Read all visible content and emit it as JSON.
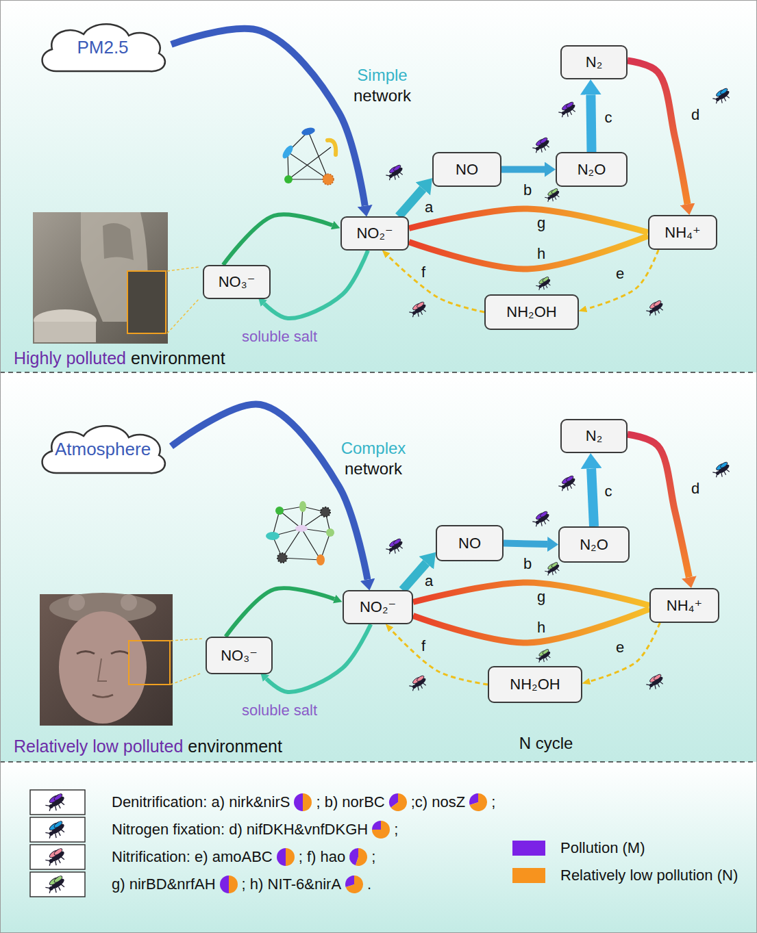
{
  "diagram": {
    "nodes": [
      {
        "text": [
          "PM2.5"
        ]
      },
      {
        "text": [
          "N₂"
        ]
      },
      {
        "text": [
          "NO"
        ]
      },
      {
        "text": [
          "N₂O"
        ]
      },
      {
        "text": [
          "NO₂⁻"
        ]
      },
      {
        "text": [
          "NH₄⁺"
        ]
      },
      {
        "text": [
          "NO₃⁻"
        ]
      },
      {
        "text": [
          "NH₂OH"
        ]
      },
      {
        "text": [
          "Atmosphere"
        ]
      },
      {
        "text": [
          "N₂"
        ]
      },
      {
        "text": [
          "NO"
        ]
      },
      {
        "text": [
          "N₂O"
        ]
      },
      {
        "text": [
          "NO₂⁻"
        ]
      },
      {
        "text": [
          "NH₄⁺"
        ]
      },
      {
        "text": [
          "NO₃⁻"
        ]
      },
      {
        "text": [
          "NH₂OH"
        ]
      }
    ],
    "edges": [
      {
        "from": 0,
        "to": 4,
        "arrow": "to"
      },
      {
        "from": 6,
        "to": 4,
        "arrow": "to"
      },
      {
        "from": 4,
        "to": 6,
        "label": "soluble salt",
        "arrow": "to"
      },
      {
        "from": 4,
        "to": 2,
        "label": "a",
        "arrow": "to"
      },
      {
        "from": 2,
        "to": 3,
        "label": "b",
        "arrow": "to"
      },
      {
        "from": 3,
        "to": 1,
        "label": "c",
        "arrow": "to"
      },
      {
        "from": 1,
        "to": 5,
        "label": "d",
        "arrow": "to"
      },
      {
        "from": 4,
        "to": 5,
        "label": "g",
        "arrow": "none"
      },
      {
        "from": 4,
        "to": 5,
        "label": "h",
        "arrow": "none"
      },
      {
        "from": 5,
        "to": 7,
        "label": "e",
        "arrow": "to"
      },
      {
        "from": 7,
        "to": 4,
        "label": "f",
        "arrow": "to"
      },
      {
        "from": 8,
        "to": 12,
        "arrow": "to"
      },
      {
        "from": 14,
        "to": 12,
        "arrow": "to"
      },
      {
        "from": 12,
        "to": 14,
        "label": "soluble salt",
        "arrow": "to"
      },
      {
        "from": 12,
        "to": 10,
        "label": "a",
        "arrow": "to"
      },
      {
        "from": 10,
        "to": 11,
        "label": "b",
        "arrow": "to"
      },
      {
        "from": 11,
        "to": 9,
        "label": "c",
        "arrow": "to"
      },
      {
        "from": 9,
        "to": 13,
        "label": "d",
        "arrow": "to"
      },
      {
        "from": 12,
        "to": 13,
        "label": "g",
        "arrow": "none"
      },
      {
        "from": 12,
        "to": 13,
        "label": "h",
        "arrow": "none"
      },
      {
        "from": 13,
        "to": 15,
        "label": "e",
        "arrow": "to"
      },
      {
        "from": 15,
        "to": 12,
        "label": "f",
        "arrow": "to"
      }
    ],
    "labels": [
      "Simple",
      "network",
      "Highly polluted",
      "environment",
      "Complex",
      "network",
      "Relatively low polluted",
      "environment",
      "N cycle",
      "Denitrification: a) nirk&nirS",
      "; b) norBC",
      ";c) nosZ",
      ";",
      "Nitrogen fixation: d) nifDKH&vnfDKGH",
      ";",
      "Nitrification: e) amoABC",
      "; f) hao",
      ";",
      "g) nirBD&nrfAH",
      "; h) NIT-6&nirA",
      "."
    ],
    "legend": [
      {
        "text": "Pollution (M)",
        "color": "#7b22e6"
      },
      {
        "text": "Relatively low pollution (N)",
        "color": "#f7931e"
      }
    ]
  }
}
